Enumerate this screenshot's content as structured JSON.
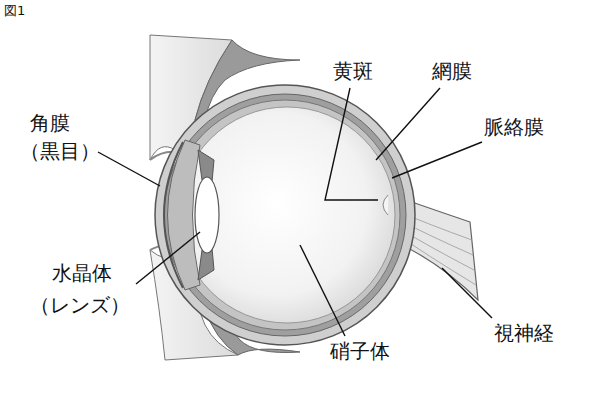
{
  "diagram": {
    "labels": [
      "図1",
      "角膜",
      "（黒目）",
      "水晶体",
      "（レンズ）",
      "黄斑",
      "網膜",
      "脈絡膜",
      "硝子体",
      "視神経"
    ]
  }
}
